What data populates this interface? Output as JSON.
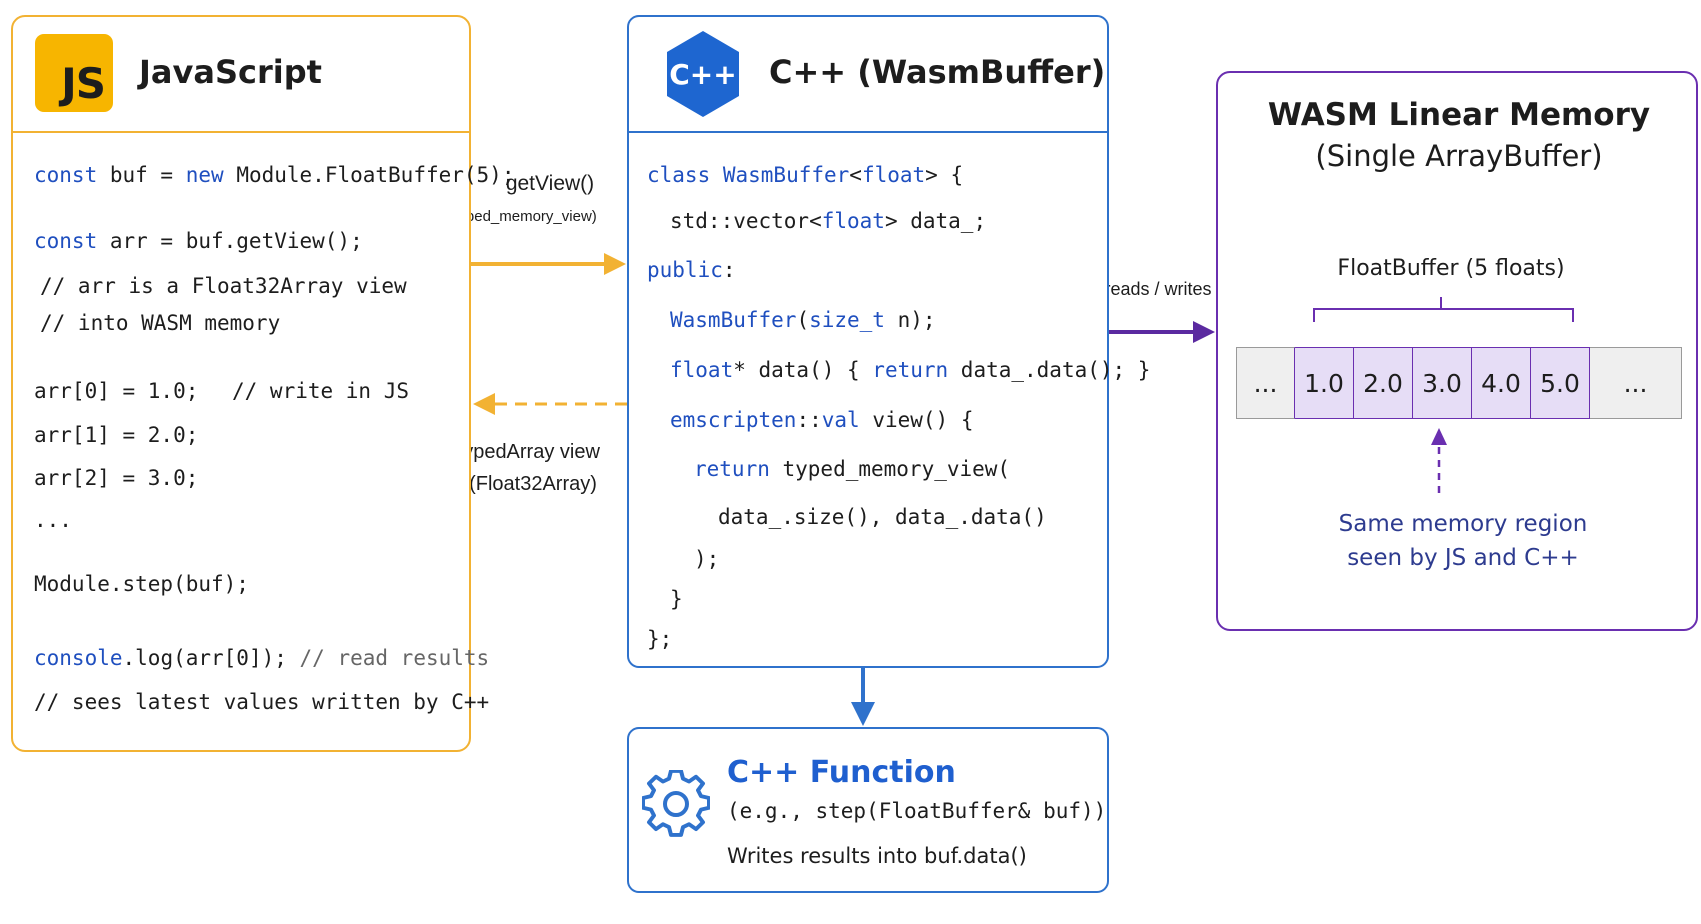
{
  "javascript_panel": {
    "logo_text": "JS",
    "title": "JavaScript",
    "code": {
      "l1_kw": "const",
      "l1_a": " buf = ",
      "l1_kw2": "new",
      "l1_b": " Module.FloatBuffer(5);",
      "l2_kw": "const",
      "l2_a": " arr = buf.getView();",
      "l3": "// arr is a Float32Array view",
      "l4": "// into WASM memory",
      "l5_code": "arr[0] = 1.0;",
      "l5_comment": "// write in JS",
      "l6": "arr[1] = 2.0;",
      "l7": "arr[2] = 3.0;",
      "l8": "...",
      "l9": "Module.step(buf);",
      "l10_kw": "console",
      "l10_a": ".log(arr[0]);",
      "l10_comment": " // read results",
      "l11": "// sees latest values written by C++"
    }
  },
  "cpp_panel": {
    "logo_text": "C++",
    "title": "C++ (WasmBuffer)",
    "code": {
      "l1_kw": "class WasmBuffer",
      "l1_a": "<",
      "l1_kw2": "float",
      "l1_b": "> {",
      "l2_a": "std::vector<",
      "l2_kw": "float",
      "l2_b": "> data_;",
      "l3_kw": "public",
      "l3_a": ":",
      "l4_kw": "WasmBuffer",
      "l4_a": "(",
      "l4_kw2": "size_t",
      "l4_b": " n);",
      "l5_kw": "float",
      "l5_a": "* data() { ",
      "l5_kw2": "return",
      "l5_b": " data_.data(); }",
      "l6_kw": "emscripten",
      "l6_a": "::",
      "l6_kw2": "val",
      "l6_b": " view() {",
      "l7_kw": "return",
      "l7_a": " typed_memory_view(",
      "l8": "data_.size(), data_.data()",
      "l9": ");",
      "l10": "}",
      "l11": "};"
    }
  },
  "function_panel": {
    "icon": "gear-icon",
    "title": "C++ Function",
    "signature": "(e.g., step(FloatBuffer& buf))",
    "description": "Writes results into buf.data()"
  },
  "memory_panel": {
    "title_line1": "WASM Linear Memory",
    "title_line2": "(Single ArrayBuffer)",
    "buffer_label": "FloatBuffer (5 floats)",
    "cells": [
      "...",
      "1.0",
      "2.0",
      "3.0",
      "4.0",
      "5.0",
      "..."
    ],
    "note_line1": "Same memory region",
    "note_line2": "seen by JS and C++"
  },
  "connectors": {
    "getview_label": "getView()",
    "getview_sublabel": "(typed_memory_view)",
    "typedarray_label_line1": "TypedArray view",
    "typedarray_label_line2": "(Float32Array)",
    "readswrites_label": "reads / writes"
  },
  "colors": {
    "javascript": "#f2b233",
    "cpp": "#2f72cc",
    "memory": "#6a2fb0",
    "keyword": "#1f4fbf",
    "memory_cell_fill": "#e6ddf6"
  }
}
